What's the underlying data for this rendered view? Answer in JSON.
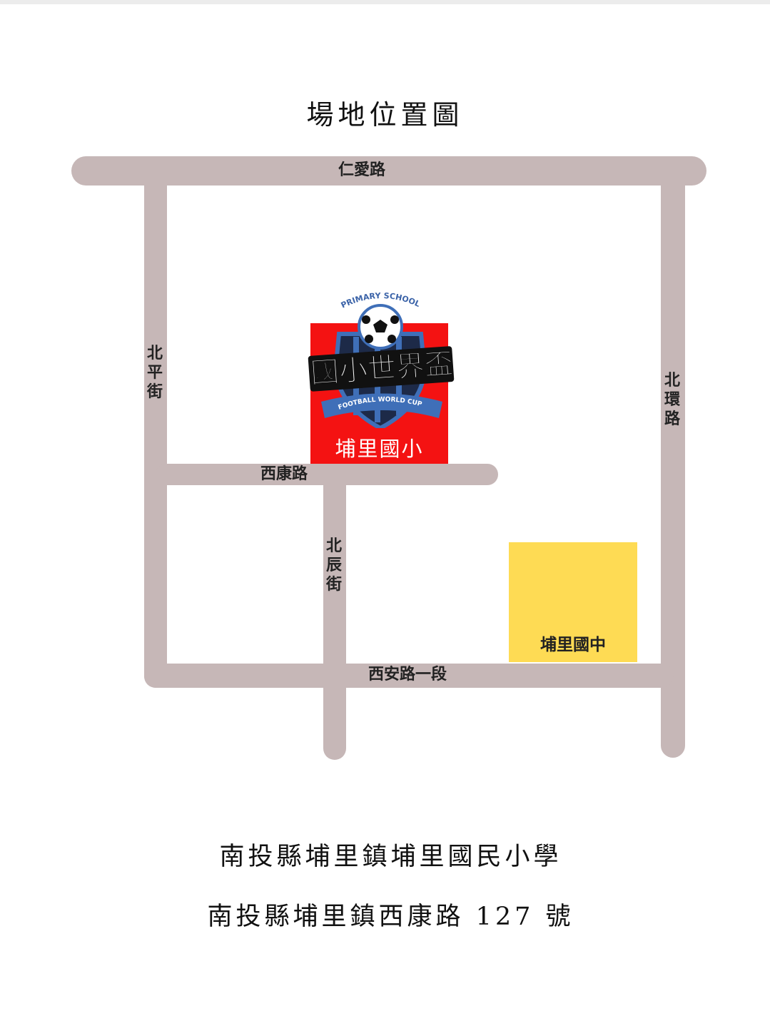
{
  "title": "場地位置圖",
  "roads": {
    "renai": "仁愛路",
    "beiping": "北平街",
    "beihuan": "北環路",
    "xikang": "西康路",
    "beichen": "北辰街",
    "xian": "西安路一段"
  },
  "landmarks": {
    "elementary": {
      "name": "埔里國小",
      "logo_text_main": "國小世界盃",
      "logo_text_top": "PRIMARY SCHOOL",
      "logo_text_banner": "FOOTBALL WORLD CUP",
      "color": "#f41212"
    },
    "junior_high": {
      "name": "埔里國中",
      "color": "#fedb54"
    }
  },
  "address": {
    "line1": "南投縣埔里鎮埔里國民小學",
    "line2": "南投縣埔里鎮西康路 127 號"
  },
  "road_color": "#c6b7b7"
}
